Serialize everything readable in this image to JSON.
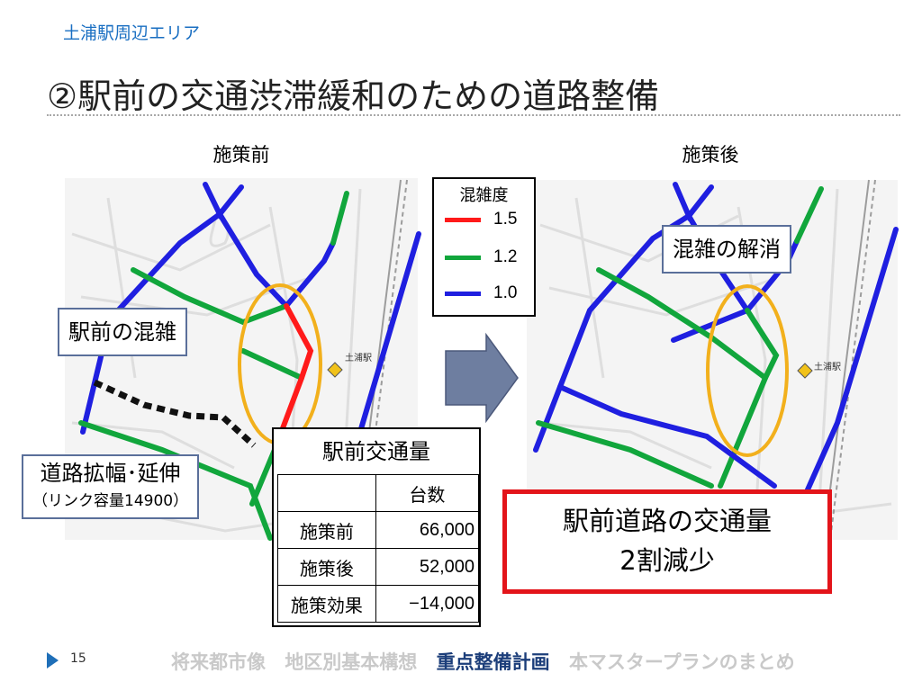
{
  "header": {
    "area_label": "土浦駅周辺エリア",
    "title": "②駅前の交通渋滞緩和のための道路整備"
  },
  "panels": {
    "before_label": "施策前",
    "after_label": "施策後"
  },
  "maps": {
    "station_label": "土浦駅"
  },
  "legend": {
    "title": "混雑度",
    "items": [
      {
        "value": "1.5",
        "color": "#ff1a1a"
      },
      {
        "value": "1.2",
        "color": "#11a63c"
      },
      {
        "value": "1.0",
        "color": "#1f1fe0"
      }
    ]
  },
  "callouts": {
    "congestion": "駅前の混雑",
    "resolved": "混雑の解消",
    "road_line1": "道路拡幅･延伸",
    "road_line2": "（リンク容量14900）"
  },
  "traffic_table": {
    "title": "駅前交通量",
    "column_header": "台数",
    "rows": [
      {
        "label": "施策前",
        "value": "66,000"
      },
      {
        "label": "施策後",
        "value": "52,000"
      },
      {
        "label": "施策効果",
        "value": "−14,000"
      }
    ]
  },
  "result": {
    "line1": "駅前道路の交通量",
    "line2": "2割減少"
  },
  "footer": {
    "page_number": "15",
    "nav": [
      {
        "label": "将来都市像",
        "active": false
      },
      {
        "label": "地区別基本構想",
        "active": false
      },
      {
        "label": "重点整備計画",
        "active": true
      },
      {
        "label": "本マスタープランのまとめ",
        "active": false
      }
    ]
  },
  "colors": {
    "accent_blue": "#1a6fc2",
    "callout_border": "#5a6f9a",
    "highlight_ellipse": "#f2b01c",
    "result_border": "#e3141a"
  }
}
